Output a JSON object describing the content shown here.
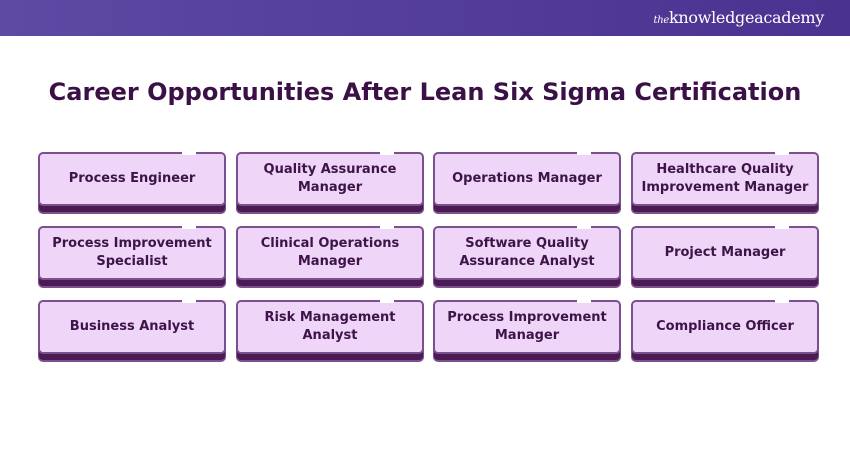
{
  "brand": {
    "prefix": "the",
    "name": "knowledgeacademy"
  },
  "title": "Career Opportunities After Lean Six Sigma Certification",
  "careers": [
    "Process Engineer",
    "Quality Assurance Manager",
    "Operations Manager",
    "Healthcare Quality Improvement Manager",
    "Process Improvement Specialist",
    "Clinical Operations Manager",
    "Software Quality Assurance Analyst",
    "Project Manager",
    "Business Analyst",
    "Risk Management Analyst",
    "Process Improvement Manager",
    "Compliance Officer"
  ]
}
